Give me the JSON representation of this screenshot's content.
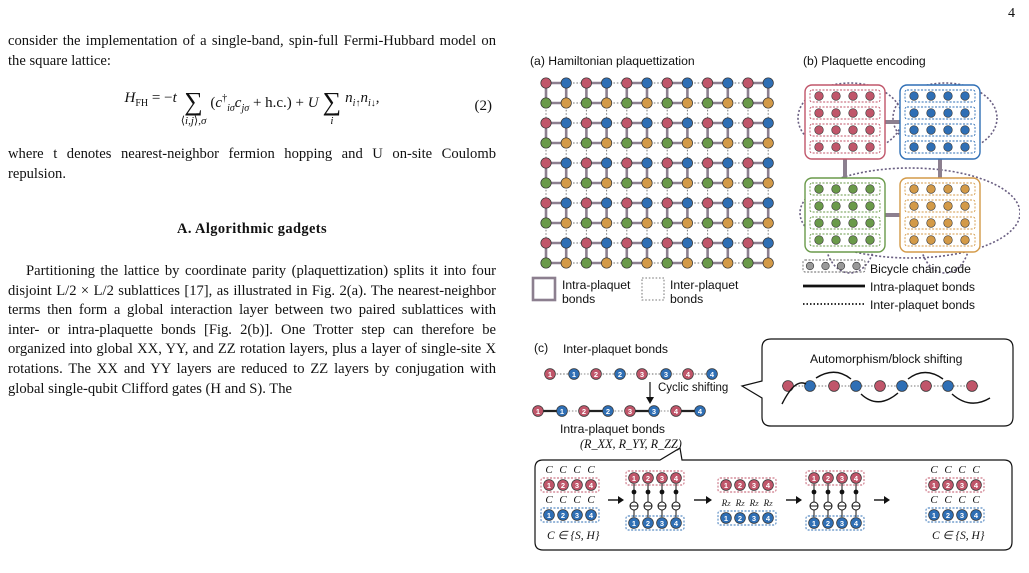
{
  "page_number": "4",
  "text": {
    "intro": "consider the implementation of a single-band, spin-full Fermi-Hubbard model on the square lattice:",
    "equation_number": "(2)",
    "where": "where t denotes nearest-neighbor fermion hopping and U on-site Coulomb repulsion.",
    "section_title": "A.   Algorithmic gadgets",
    "para_a": "Partitioning the lattice by coordinate parity (plaquettization) splits it into four disjoint L/2 × L/2 sublattices [17], as illustrated in Fig. 2(a). The nearest-neighbor terms then form a global interaction layer between two paired sublattices with inter- or intra-plaquette bonds [Fig. 2(b)]. One Trotter step can therefore be organized into global XX, YY, and ZZ rotation layers, plus a layer of single-site X rotations. The XX and YY layers are reduced to ZZ layers by conjugation with global single-qubit Clifford gates (H and S). The"
  },
  "figure": {
    "panel_a_title": "(a) Hamiltonian plaquettization",
    "panel_b_title": "(b) Plaquette encoding",
    "panel_c_tag": "(c)",
    "legend_a_intra": "Intra-plaquet bonds",
    "legend_a_inter": "Inter-plaquet bonds",
    "legend_b_bicycle": "Bicycle chain code",
    "legend_b_intra": "Intra-plaquet bonds",
    "legend_b_inter": "Inter-plaquet bonds",
    "c_inter_label": "Inter-plaquet bonds",
    "c_cyclic": "Cyclic shifting",
    "c_intra_label": "Intra-plaquet bonds",
    "c_rotations": "(R_XX, R_YY, R_ZZ)",
    "c_automorphism": "Automorphism/block shifting",
    "c_clifford": "C ∈ {S, H}",
    "c_clifford_letter": "C",
    "c_rz": "R_Z",
    "qubit_numbers": [
      "1",
      "2",
      "3",
      "4"
    ]
  },
  "colors": {
    "red": "#c0566a",
    "blue": "#2f6fb5",
    "green": "#6a9a4a",
    "orange": "#d39a48",
    "bond_intra": "#8c7f8f",
    "citation": "#1a3fc0"
  }
}
